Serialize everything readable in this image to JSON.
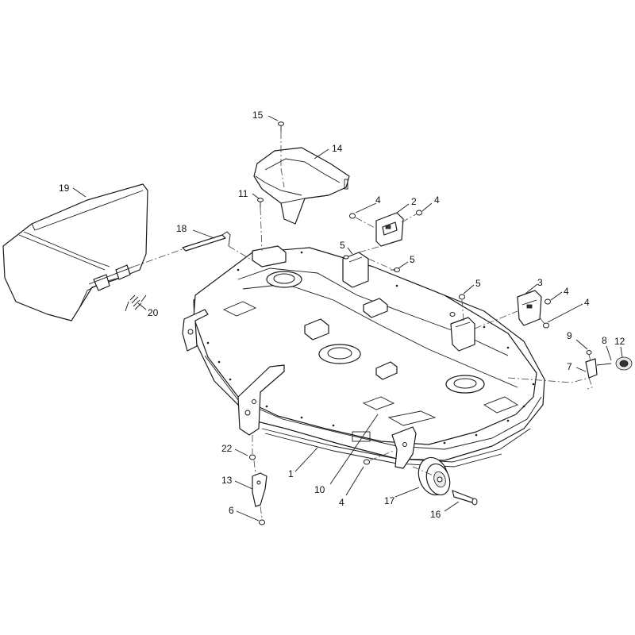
{
  "callouts": {
    "c1": "1",
    "c2": "2",
    "c3": "3",
    "c4a": "4",
    "c4b": "4",
    "c4c": "4",
    "c4d": "4",
    "c4e": "4",
    "c5a": "5",
    "c5b": "5",
    "c5c": "5",
    "c6": "6",
    "c7": "7",
    "c8": "8",
    "c9": "9",
    "c10": "10",
    "c11": "11",
    "c12": "12",
    "c13": "13",
    "c14": "14",
    "c15": "15",
    "c16": "16",
    "c17": "17",
    "c18": "18",
    "c19": "19",
    "c20": "20",
    "c22": "22"
  }
}
